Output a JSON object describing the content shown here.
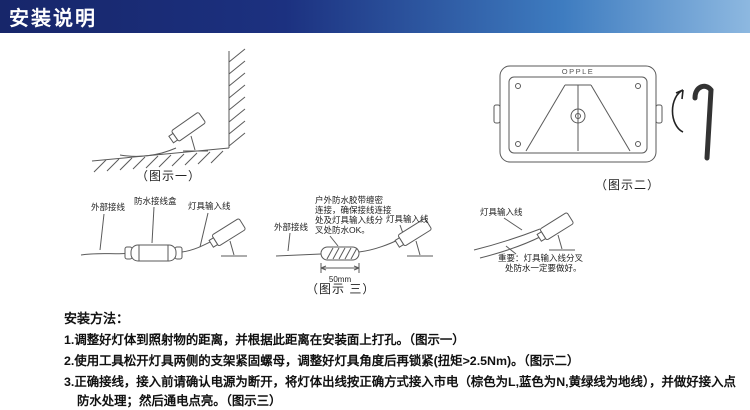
{
  "header": {
    "title": "安装说明"
  },
  "figures": {
    "fig1": {
      "caption": "（图示一）"
    },
    "fig2": {
      "caption": "（图示二）",
      "brand": "OPPLE"
    },
    "fig3": {
      "caption": "（图示 三）",
      "labels": {
        "external_wire_1": "外部接线",
        "waterproof_box": "防水接线盒",
        "lamp_input_1": "灯具输入线",
        "external_wire_2": "外部接线",
        "lamp_input_2": "灯具输入线",
        "dimension": "50mm",
        "lamp_input_3": "灯具输入线",
        "note_lines": [
          "户外防水胶带缠密",
          "连接，确保接线连接",
          "处及灯具输入线分",
          "叉处防水OK。"
        ],
        "important_lines": [
          "重要：灯具输入线分叉",
          "处防水一定要做好。"
        ]
      }
    }
  },
  "instructions": {
    "heading": "安装方法：",
    "steps": [
      "1.调整好灯体到照射物的距离，并根据此距离在安装面上打孔。（图示一）",
      "2.使用工具松开灯具两侧的支架紧固螺母，调整好灯具角度后再锁紧(扭矩>2.5Nm)。（图示二）",
      "3.正确接线，接入前请确认电源为断开，将灯体出线按正确方式接入市电（棕色为L,蓝色为N,黄绿线为地线），并做好接入点防水处理；然后通电点亮。（图示三）"
    ]
  }
}
